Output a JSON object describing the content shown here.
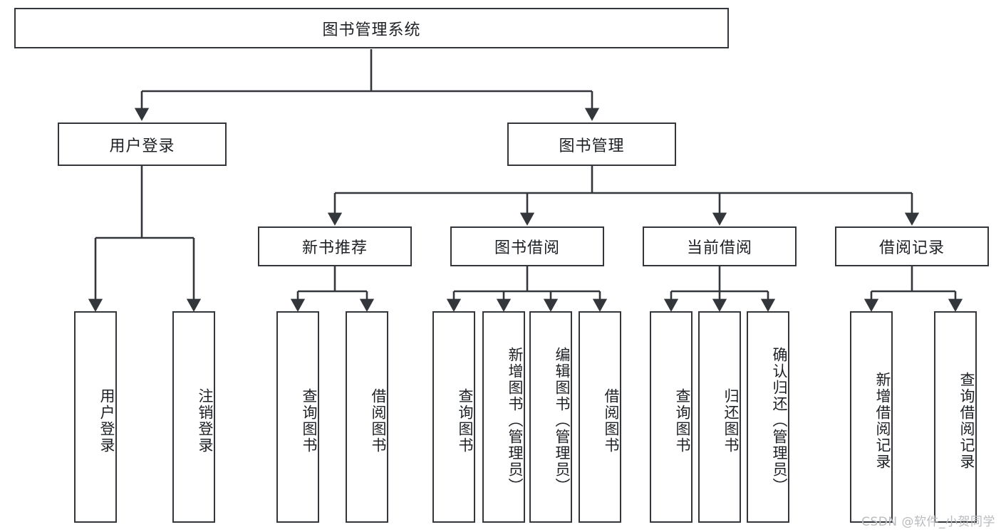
{
  "diagram": {
    "type": "hierarchy-tree",
    "title": "图书管理系统",
    "watermark": "CSDN @软件_小贺同学",
    "colors": {
      "box_border": "#33363a",
      "box_fill": "#ffffff",
      "connector": "#33363a",
      "text": "#1d2024",
      "watermark": "#b9bbbe"
    },
    "root": {
      "label": "图书管理系统",
      "orientation": "horizontal"
    },
    "level2": [
      {
        "label": "用户登录",
        "orientation": "horizontal"
      },
      {
        "label": "图书管理",
        "orientation": "horizontal"
      }
    ],
    "level3": [
      {
        "label": "新书推荐",
        "orientation": "horizontal",
        "parent": "图书管理"
      },
      {
        "label": "图书借阅",
        "orientation": "horizontal",
        "parent": "图书管理"
      },
      {
        "label": "当前借阅",
        "orientation": "horizontal",
        "parent": "图书管理"
      },
      {
        "label": "借阅记录",
        "orientation": "horizontal",
        "parent": "图书管理"
      }
    ],
    "leaves": {
      "用户登录": [
        {
          "label": "用户登录",
          "orientation": "vertical"
        },
        {
          "label": "注销登录",
          "orientation": "vertical"
        }
      ],
      "新书推荐": [
        {
          "label": "查询图书",
          "orientation": "vertical"
        },
        {
          "label": "借阅图书",
          "orientation": "vertical"
        }
      ],
      "图书借阅": [
        {
          "label": "查询图书",
          "orientation": "vertical"
        },
        {
          "label": "新增图书（管理员）",
          "orientation": "vertical"
        },
        {
          "label": "编辑图书（管理员）",
          "orientation": "vertical"
        },
        {
          "label": "借阅图书",
          "orientation": "vertical"
        }
      ],
      "当前借阅": [
        {
          "label": "查询图书",
          "orientation": "vertical"
        },
        {
          "label": "归还图书",
          "orientation": "vertical"
        },
        {
          "label": "确认归还（管理员）",
          "orientation": "vertical"
        }
      ],
      "借阅记录": [
        {
          "label": "新增借阅记录",
          "orientation": "vertical"
        },
        {
          "label": "查询借阅记录",
          "orientation": "vertical"
        }
      ]
    }
  }
}
